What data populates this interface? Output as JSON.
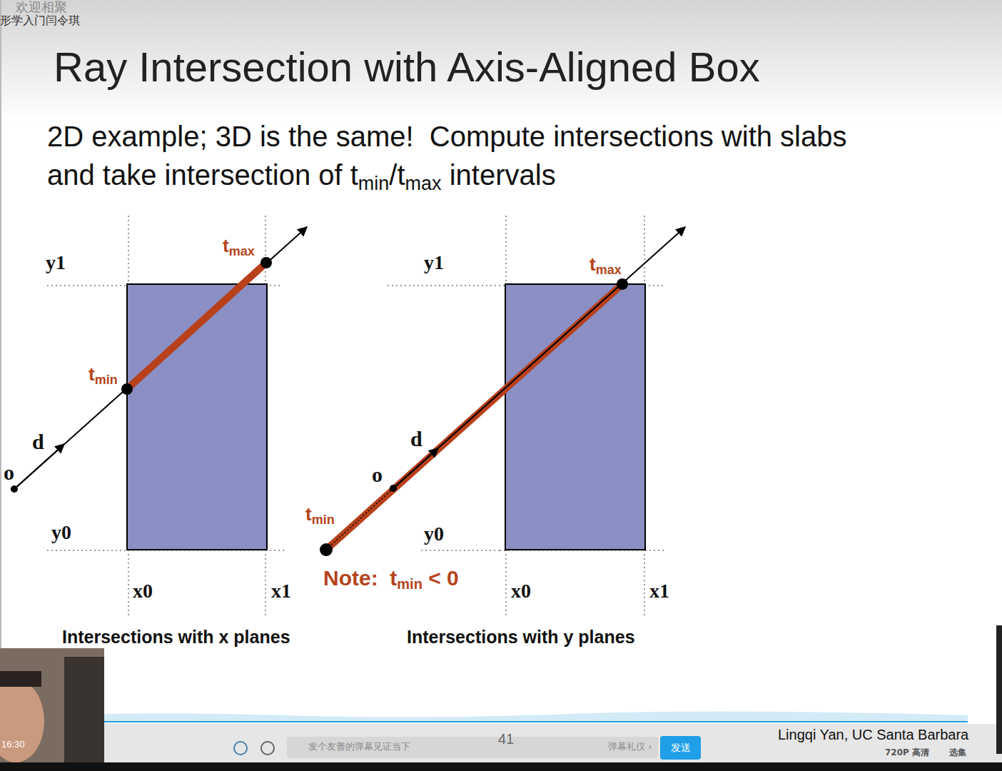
{
  "diagram": {
    "title": "Ray Intersection with Axis-Aligned Box",
    "labels": [
      "欢迎相聚",
      "形学入门闫令琪",
      "2D example; 3D is the same!  Compute intersections with slabs",
      "and take intersection of t",
      "min",
      "/t",
      "max",
      " intervals",
      "y1",
      "t",
      "max",
      "t",
      "min",
      "d",
      "o",
      "y0",
      "x0",
      "x1",
      "y1",
      "t",
      "max",
      "d",
      "o",
      "t",
      "min",
      "y0",
      "Note:  t",
      "min",
      " < 0",
      "x0",
      "x1",
      "Intersections with x planes",
      "Intersections with y planes",
      "41",
      "Lingqi Yan, UC Santa Barbara",
      "16:30",
      "发个友善的弹幕见证当下",
      "弹幕礼仪 ›",
      "发送",
      "720P 高清",
      "选集"
    ]
  }
}
